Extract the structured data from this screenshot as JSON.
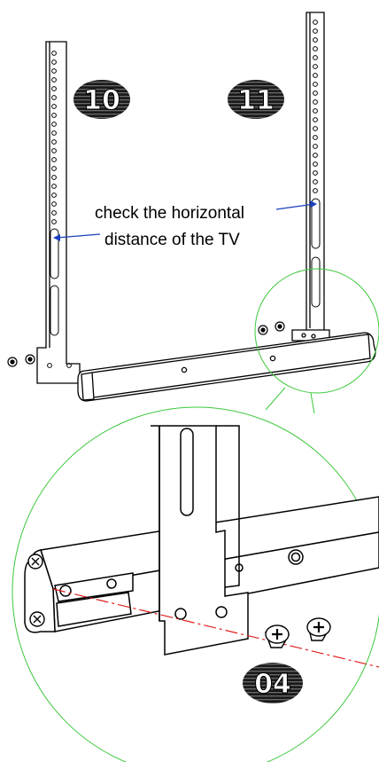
{
  "badges": {
    "left_bracket": "10",
    "right_bracket": "11",
    "screw": "04"
  },
  "callout": {
    "line1": "check the horizontal",
    "line2": "distance of the TV"
  },
  "colors": {
    "outline": "#000000",
    "callout_arrow": "#1a3fbf",
    "detail_circle": "#3cc83c",
    "center_line": "#e02020",
    "badge_fill": "#1a1a1a",
    "badge_stripe": "#6a6a6a"
  }
}
